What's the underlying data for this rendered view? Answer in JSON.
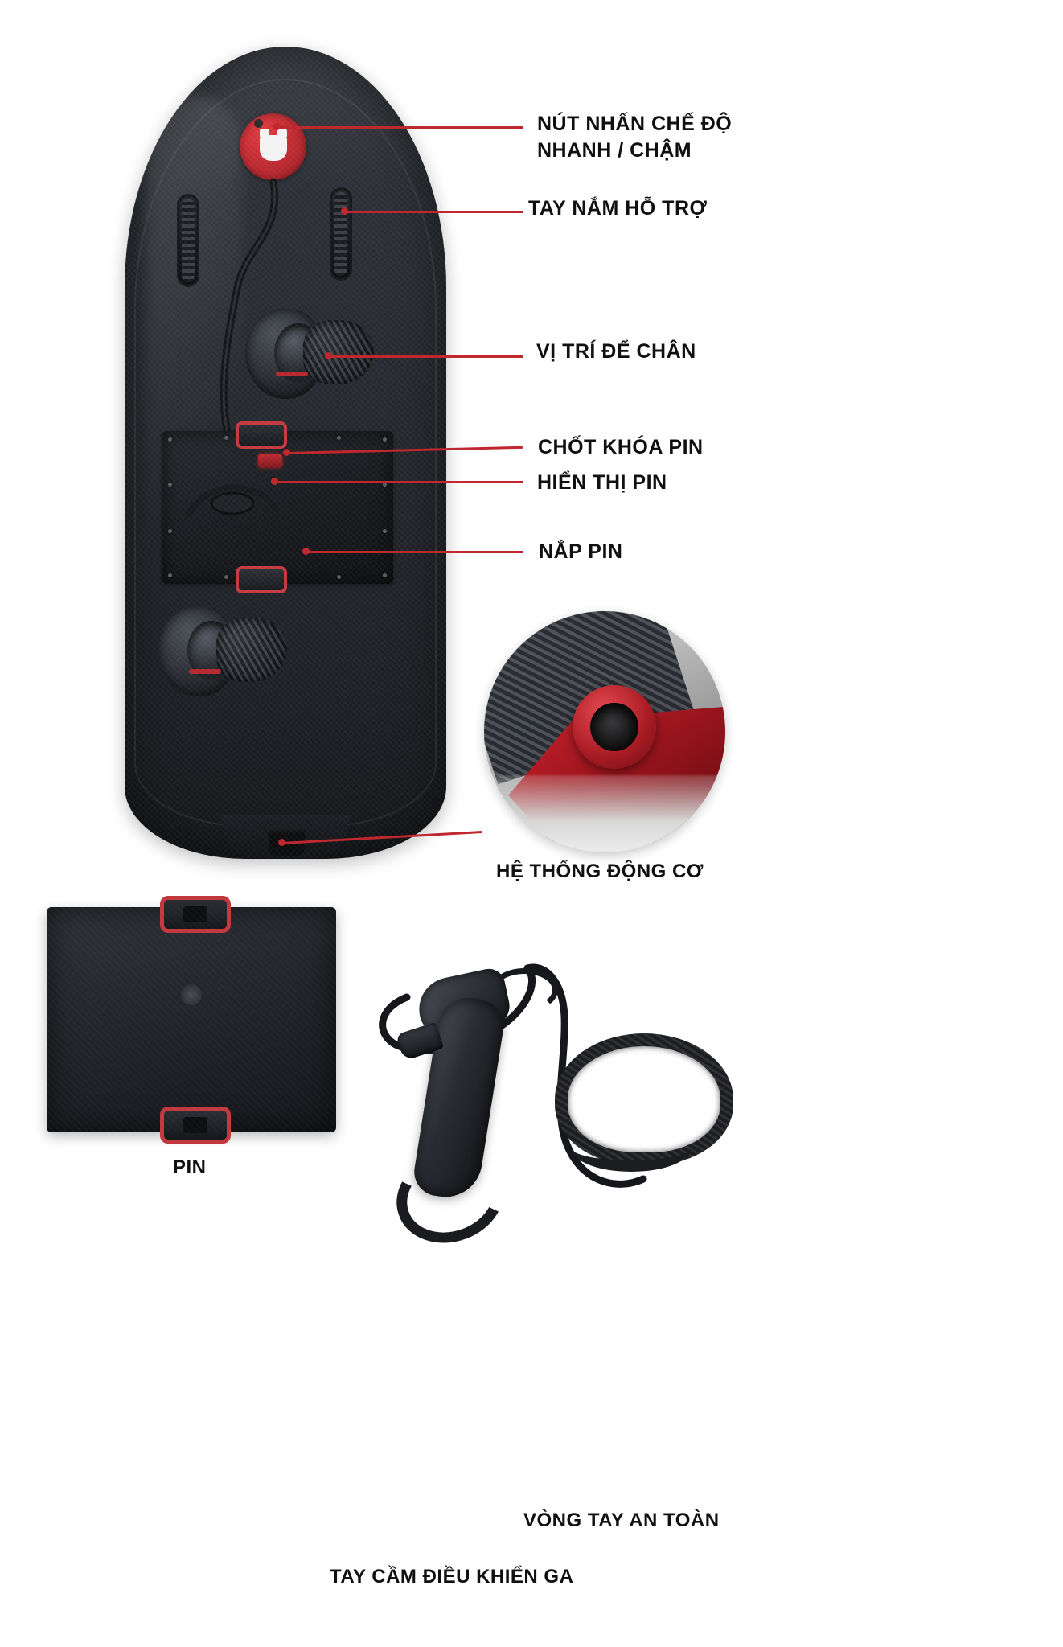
{
  "page": {
    "title": "Sơ đồ bộ phận ván lướt sóng điện",
    "accent_color": "#c0282f",
    "text_color": "#101010",
    "background_color": "#ffffff"
  },
  "callouts": [
    {
      "id": "mode-button",
      "lines": [
        "NÚT NHẤN CHẾ ĐỘ",
        "NHANH / CHẬM"
      ]
    },
    {
      "id": "assist-handle",
      "lines": [
        "TAY NẮM HỖ TRỢ"
      ]
    },
    {
      "id": "foot-position",
      "lines": [
        "VỊ TRÍ ĐỂ CHÂN"
      ]
    },
    {
      "id": "battery-latch",
      "lines": [
        "CHỐT KHÓA PIN"
      ]
    },
    {
      "id": "battery-display",
      "lines": [
        "HIỂN THỊ  PIN"
      ]
    },
    {
      "id": "battery-cover",
      "lines": [
        "NẮP PIN"
      ]
    }
  ],
  "captions": {
    "motor_system": "HỆ THỐNG ĐỘNG CƠ",
    "battery": "PIN",
    "throttle_handle": "TAY CẦM ĐIỀU KHIỂN GA",
    "safety_wrist_strap": "VÒNG TAY AN TOÀN"
  },
  "icons": {
    "power_button": "power-button-icon",
    "battery_indicator": "battery-indicator-icon",
    "grab_handle": "grab-handle-icon",
    "jet_nozzle": "jet-nozzle-icon"
  }
}
